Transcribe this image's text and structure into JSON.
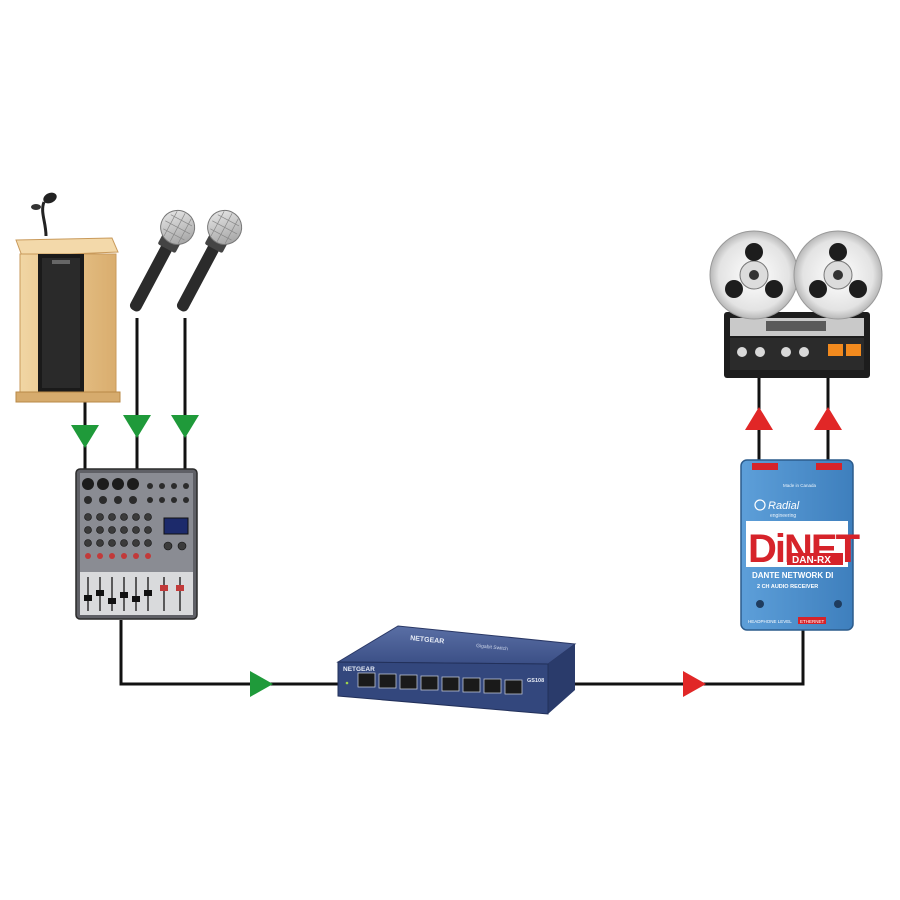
{
  "colors": {
    "background": "#ffffff",
    "cable": "#111111",
    "arrow_input": "#1f9a3a",
    "arrow_output": "#e12727",
    "podium_wood": "#e9c78f",
    "switch_blue": "#33477d",
    "di_blue": "#4e8fcb",
    "di_red": "#d6232a"
  },
  "switch": {
    "brand": "NETGEAR",
    "subtitle": "Gigabit Switch",
    "model": "GS108"
  },
  "di_box": {
    "brand": "Radial",
    "brand_sub": "engineering",
    "product": "DiNET",
    "model": "DAN-RX",
    "line1": "DANTE NETWORK DI",
    "line2": "2 CH AUDIO RECEIVER",
    "made_in": "Made in Canada",
    "label_headphone": "HEADPHONE LEVEL",
    "label_ethernet": "ETHERNET"
  },
  "icons": [
    "podium-icon",
    "microphone-icon",
    "mixer-icon",
    "network-switch-icon",
    "di-box-icon",
    "reel-to-reel-recorder-icon"
  ]
}
